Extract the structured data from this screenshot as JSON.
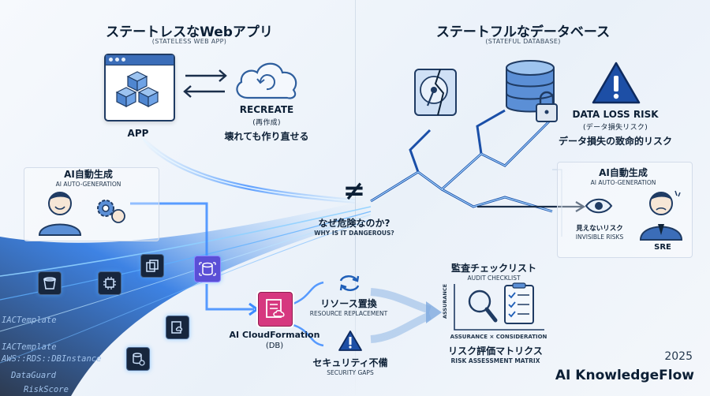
{
  "left": {
    "title": "ステートレスなWebアプリ",
    "subtitle": "(STATELESS WEB APP)",
    "app_label": "APP",
    "recreate_label": "RECREATE",
    "recreate_jp": "(再作成)",
    "recreate_note": "壊れても作り直せる"
  },
  "right": {
    "title": "ステートフルなデータベース",
    "subtitle": "(STATEFUL DATABASE)",
    "risk_label": "DATA LOSS RISK",
    "risk_jp": "(データ損失リスク)",
    "risk_note": "データ損失の致命的リスク"
  },
  "center": {
    "symbol": "≠",
    "question": "なぜ危険なのか?",
    "question_en": "WHY IS IT DANGEROUS?"
  },
  "ai_left": {
    "title": "AI自動生成",
    "subtitle": "AI AUTO-GENERATION"
  },
  "ai_right": {
    "title": "AI自動生成",
    "subtitle": "AI AUTO-GENERATION",
    "invisible": "見えないリスク",
    "invisible_en": "INVISIBLE RISKS",
    "sre": "SRE"
  },
  "cloudformation": {
    "label": "AI CloudFormation",
    "sub": "(DB)"
  },
  "replacement": {
    "title": "リソース置換",
    "subtitle": "RESOURCE REPLACEMENT"
  },
  "security": {
    "title": "セキュリティ不備",
    "subtitle": "SECURITY GAPS"
  },
  "audit": {
    "title": "監査チェックリスト",
    "subtitle": "AUDIT CHECKLIST"
  },
  "matrix": {
    "y_axis": "ASSURANCE",
    "x_axis": "ASSURANCE × CONSIDERATION",
    "title": "リスク評価マトリクス",
    "subtitle": "RISK ASSESSMENT MATRIX"
  },
  "code_lines": [
    "IACTemplate",
    "IACTemplate",
    "AWS::RDS::DBInstance",
    "DataGuard",
    "RiskScore"
  ],
  "brand": {
    "year": "2025",
    "name": "AI KnowledgeFlow"
  },
  "colors": {
    "accent": "#1f5fb8",
    "warning": "#1d4fa6",
    "flow": "#3c8bff"
  }
}
